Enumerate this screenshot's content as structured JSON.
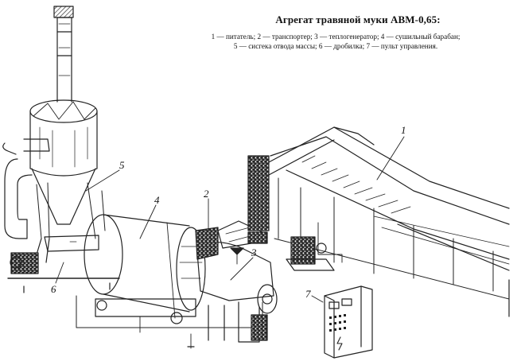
{
  "title": "Агрегат травяной муки АВМ-0,65:",
  "legend": {
    "line1": "1 — питатель; 2 — транспортер; 3 — теплогенератор; 4 — сушильный барабан;",
    "line2": "5 — сисгека отвода массы; 6 — дробилка; 7 — пульт управления."
  },
  "callouts": [
    "1",
    "2",
    "3",
    "4",
    "5",
    "6",
    "7"
  ]
}
